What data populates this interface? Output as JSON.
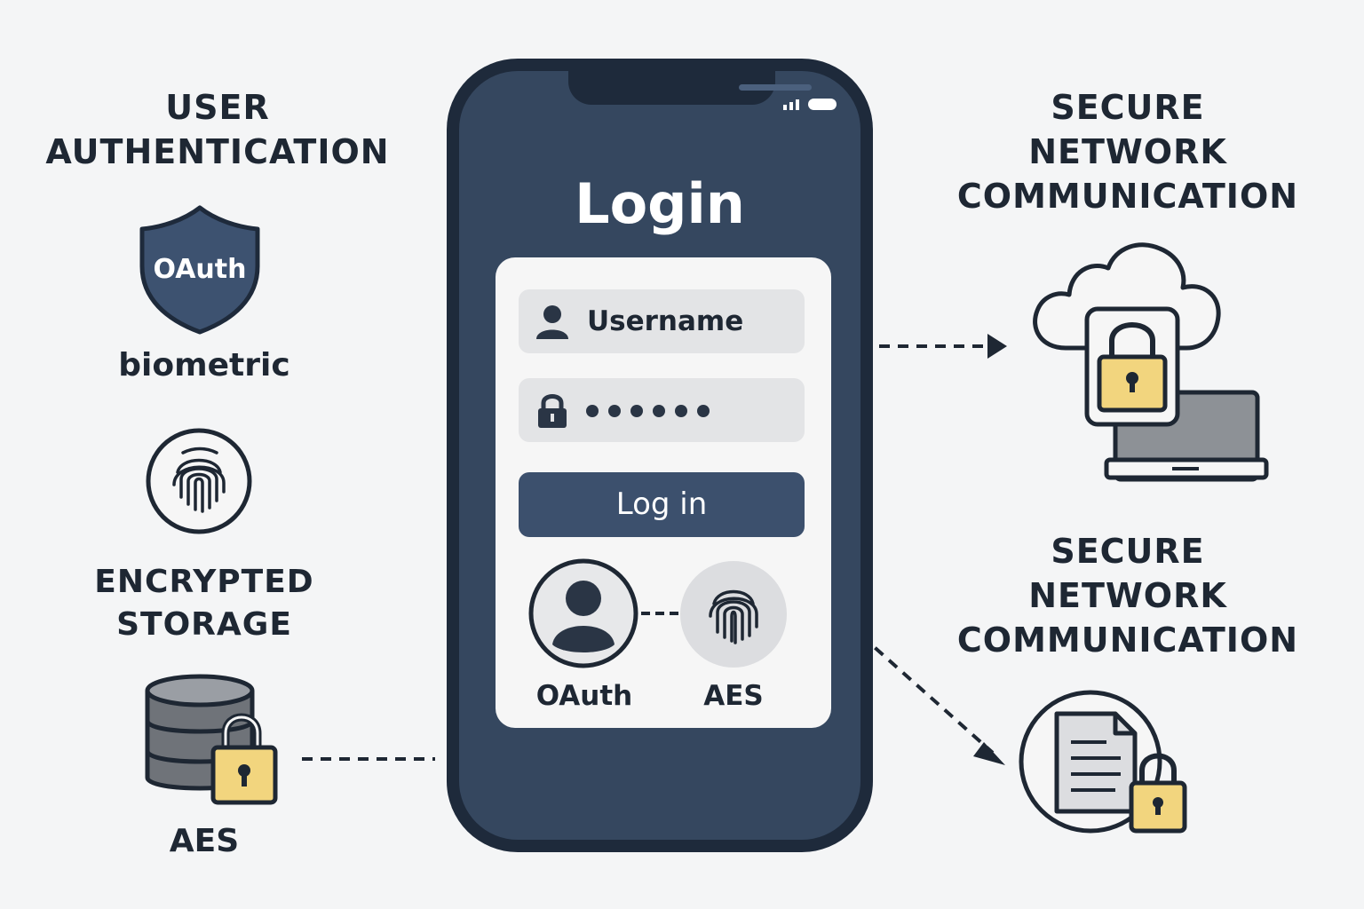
{
  "left": {
    "heading": [
      "USER",
      "AUTHENTICATION"
    ],
    "shield_text": "OAuth",
    "biometric_label": "biometric",
    "storage_heading": [
      "ENCRYPTED",
      "STORAGE"
    ],
    "storage_label": "AES"
  },
  "phone": {
    "title": "Login",
    "username_placeholder": "Username",
    "password_dot_count": 6,
    "login_button": "Log in",
    "method_oauth": "OAuth",
    "method_aes": "AES"
  },
  "right": {
    "top_heading": [
      "SECURE",
      "NETWORK",
      "COMMUNICATION"
    ],
    "bottom_heading": [
      "SECURE",
      "NETWORK",
      "COMMUNICATION"
    ]
  },
  "colors": {
    "navy": "#1e2a3b",
    "screen": "#35475f",
    "accent_button": "#3c506d",
    "lock_yellow": "#f2d57e",
    "background": "#f4f5f6"
  }
}
